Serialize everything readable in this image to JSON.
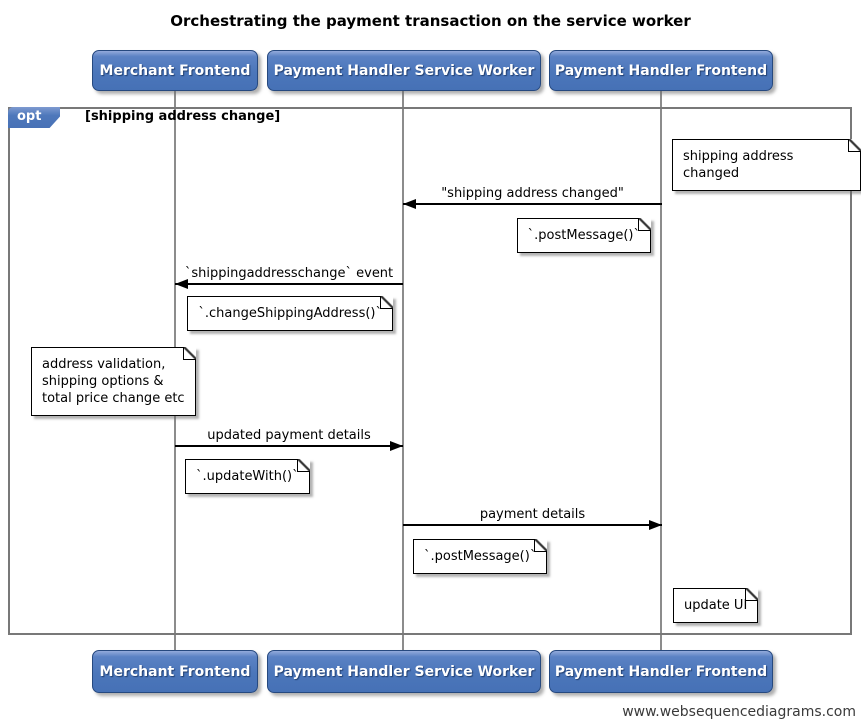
{
  "title": "Orchestrating the payment transaction on the service worker",
  "watermark": "www.websequencediagrams.com",
  "actors": [
    {
      "label": "Merchant Frontend"
    },
    {
      "label": "Payment Handler Service Worker"
    },
    {
      "label": "Payment Handler Frontend"
    }
  ],
  "fragment": {
    "operator": "opt",
    "condition": "[shipping address change]"
  },
  "messages": [
    {
      "label": "\"shipping address changed\"",
      "from": "Payment Handler Frontend",
      "to": "Payment Handler Service Worker",
      "direction": "left"
    },
    {
      "label": "`shippingaddresschange` event",
      "from": "Payment Handler Service Worker",
      "to": "Merchant Frontend",
      "direction": "left"
    },
    {
      "label": "updated payment details",
      "from": "Merchant Frontend",
      "to": "Payment Handler Service Worker",
      "direction": "right"
    },
    {
      "label": "payment details",
      "from": "Payment Handler Service Worker",
      "to": "Payment Handler Frontend",
      "direction": "right"
    }
  ],
  "notes": [
    {
      "text": "shipping address changed"
    },
    {
      "text": "`.postMessage()`"
    },
    {
      "text": "`.changeShippingAddress()`"
    },
    {
      "text": "address validation,\nshipping options &\ntotal price change etc"
    },
    {
      "text": "`.updateWith()`"
    },
    {
      "text": "`.postMessage()`"
    },
    {
      "text": "update UI"
    }
  ],
  "colors": {
    "actor_fill": "#4b76ba",
    "actor_border": "#26497f",
    "actor_text": "#ffffff",
    "frame_border": "#787878",
    "lifeline": "#8c8c8c",
    "note_fill": "#ffffff",
    "message_line": "#000000"
  }
}
